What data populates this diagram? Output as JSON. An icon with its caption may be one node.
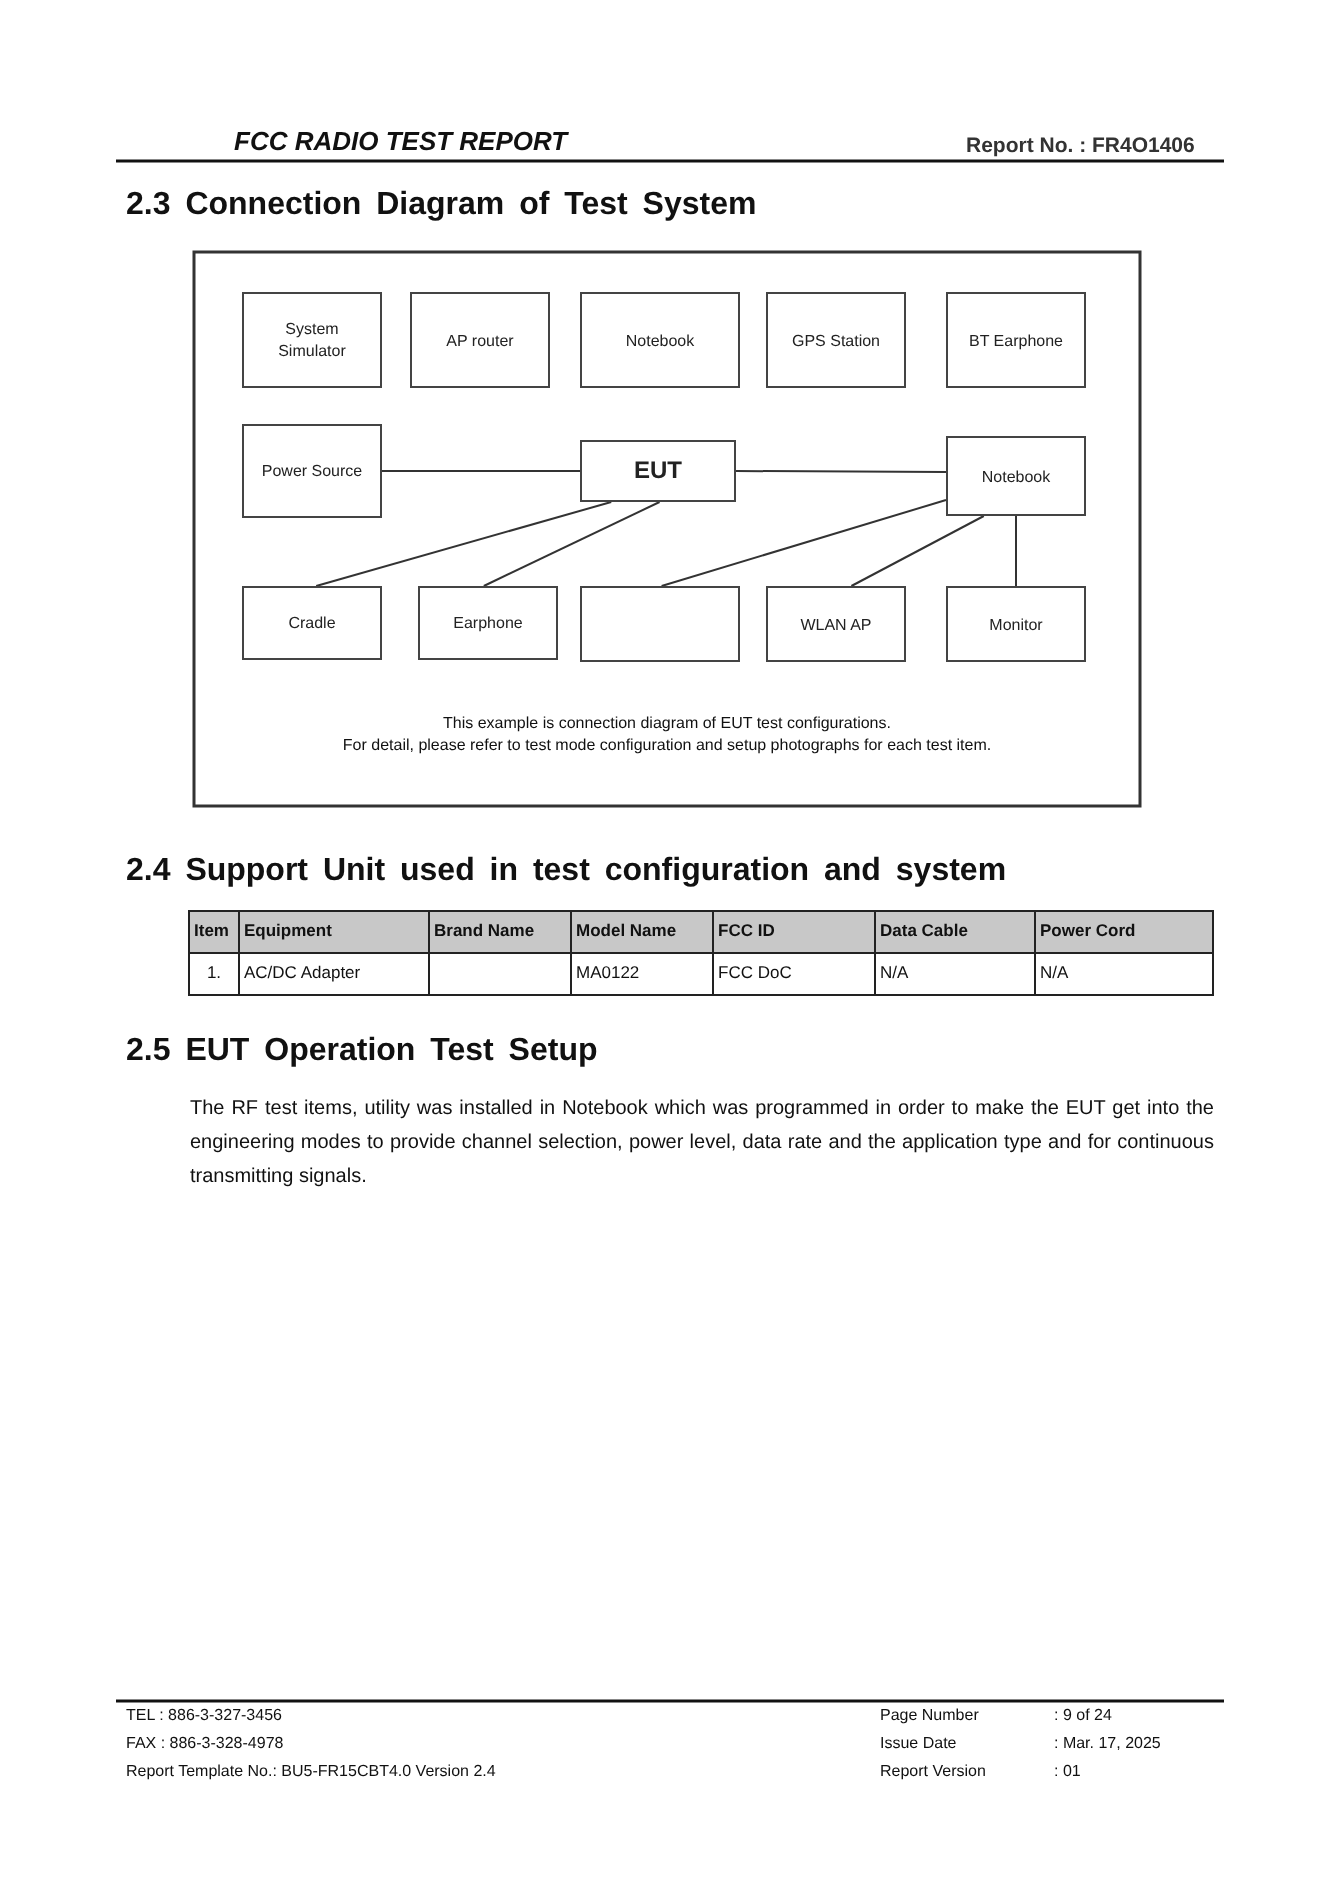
{
  "diagram": {
    "nodes": [
      {
        "text": [
          "System Simulator"
        ]
      },
      {
        "text": [
          "AP router"
        ]
      },
      {
        "text": [
          "Notebook"
        ]
      },
      {
        "text": [
          "GPS Station"
        ]
      },
      {
        "text": [
          "BT Earphone"
        ]
      },
      {
        "text": [
          "Power Source"
        ]
      },
      {
        "text": [
          "EUT"
        ]
      },
      {
        "text": [
          "Notebook"
        ]
      },
      {
        "text": [
          "Cradle"
        ]
      },
      {
        "text": [
          "Earphone"
        ]
      },
      {
        "text": [],
        "shape": "box"
      },
      {
        "text": [
          "WLAN AP"
        ]
      },
      {
        "text": [
          "Monitor"
        ]
      }
    ],
    "edges": [
      {
        "from": 5,
        "to": 6,
        "arrow": "none"
      },
      {
        "from": 6,
        "to": 7,
        "arrow": "none"
      },
      {
        "from": 6,
        "to": 8,
        "arrow": "none"
      },
      {
        "from": 6,
        "to": 9,
        "arrow": "none"
      },
      {
        "from": 7,
        "to": 10,
        "arrow": "none"
      },
      {
        "from": 7,
        "to": 11,
        "arrow": "none"
      },
      {
        "from": 7,
        "to": 12,
        "arrow": "none"
      }
    ],
    "labels": [
      "FCC RADIO TEST REPORT",
      "Report No. : FR4O1406",
      "2.3 Connection Diagram of Test System",
      "This example is connection diagram of EUT test configurations.",
      "For detail, please refer to test mode configuration and setup photographs for each test item.",
      "2.4 Support Unit used in test configuration and system",
      "Item",
      "Equipment",
      "Brand Name",
      "Model Name",
      "FCC ID",
      "Data Cable",
      "Power Cord",
      "1.",
      "AC/DC Adapter",
      "MA0122",
      "FCC DoC",
      "N/A",
      "N/A",
      "2.5 EUT Operation Test Setup",
      "The RF test items, utility was installed in Notebook which was programmed in order to make the EUT get into the engineering modes to provide channel selection, power level, data rate and the application type and for continuous transmitting signals.",
      "TEL : 886-3-327-3456",
      "FAX : 886-3-328-4978",
      "Report Template No.: BU5-FR15CBT4.0 Version 2.4",
      "Page Number",
      ": 9 of 24",
      "Issue Date",
      ": Mar. 17, 2025",
      "Report Version",
      ": 01"
    ]
  }
}
